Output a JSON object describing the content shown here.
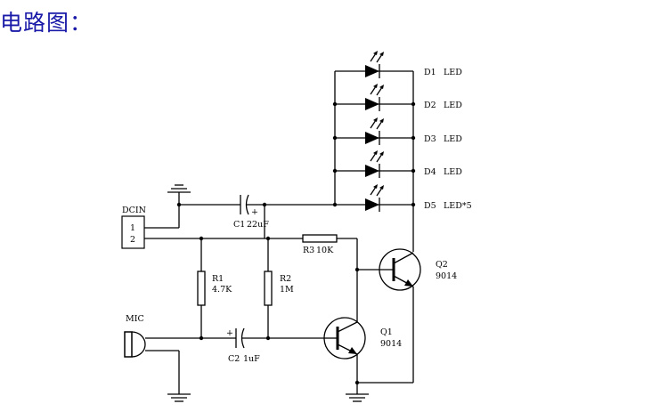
{
  "page": {
    "title": "电路图："
  },
  "components": {
    "leds": [
      {
        "ref": "D1",
        "value": "LED"
      },
      {
        "ref": "D2",
        "value": "LED"
      },
      {
        "ref": "D3",
        "value": "LED"
      },
      {
        "ref": "D4",
        "value": "LED"
      },
      {
        "ref": "D5",
        "value": "LED*5"
      }
    ],
    "dcin": {
      "label": "DCIN",
      "pin1": "1",
      "pin2": "2"
    },
    "c1": {
      "ref": "C1",
      "value": "22uF",
      "polarity": "+"
    },
    "c2": {
      "ref": "C2",
      "value": "1uF",
      "polarity": "+"
    },
    "r1": {
      "ref": "R1",
      "value": "4.7K"
    },
    "r2": {
      "ref": "R2",
      "value": "1M"
    },
    "r3": {
      "ref": "R3",
      "value": "10K"
    },
    "q1": {
      "ref": "Q1",
      "value": "9014"
    },
    "q2": {
      "ref": "Q2",
      "value": "9014"
    },
    "mic": {
      "label": "MIC"
    }
  },
  "colors": {
    "title": "#1a1aa8",
    "line": "#000000"
  }
}
